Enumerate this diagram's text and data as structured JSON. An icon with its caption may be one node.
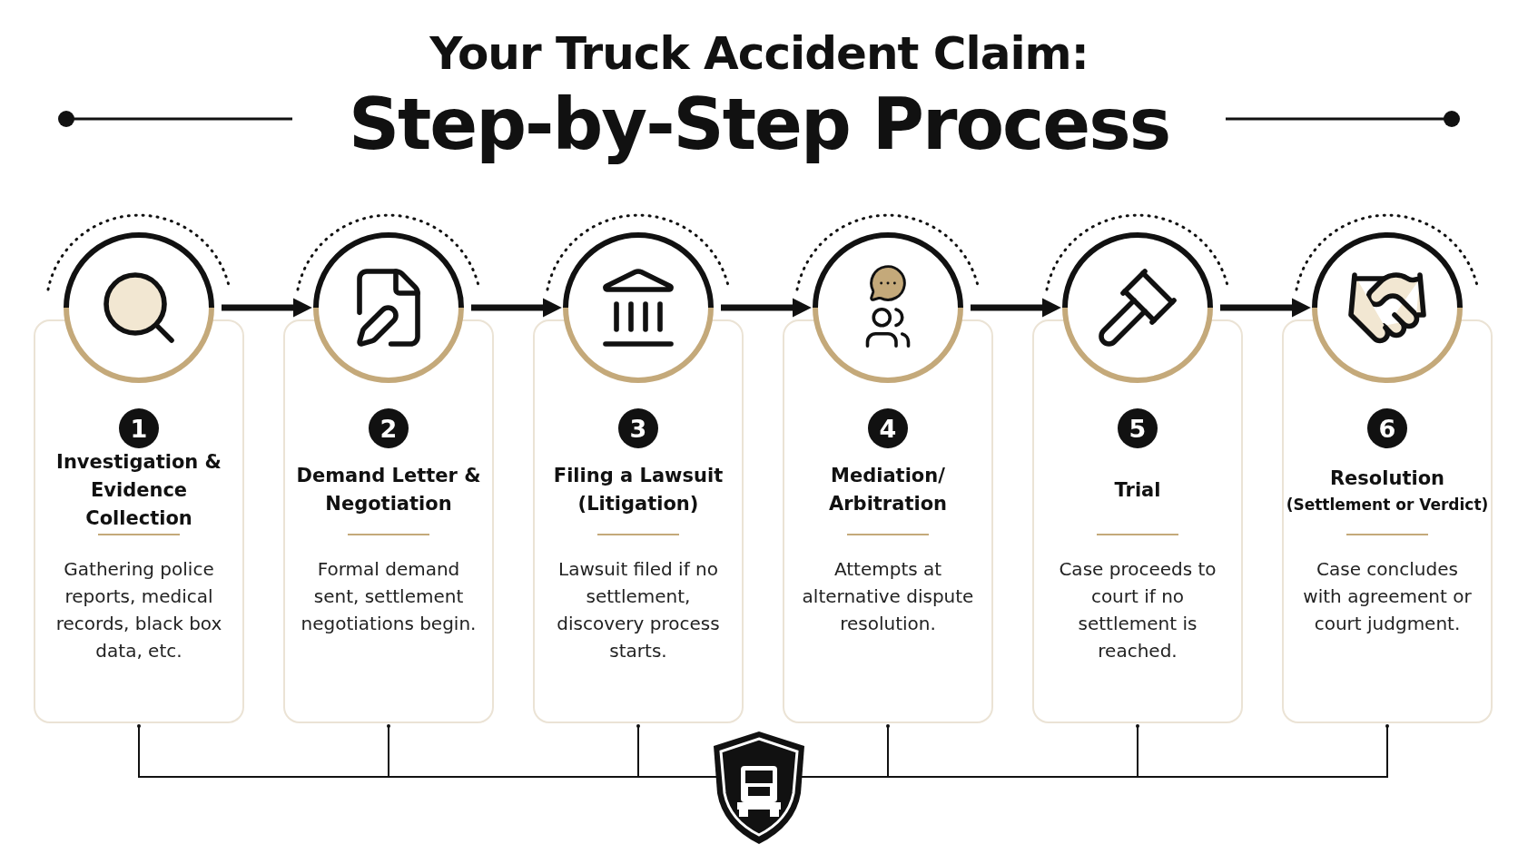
{
  "diagram": {
    "title": "Your Truck Accident Claim:",
    "nodes": [
      {
        "text": [],
        "shape": "circle"
      },
      {
        "text": [
          "1",
          "Investigation & Evidence Collection",
          "Gathering police reports, medical records, black box data, etc."
        ]
      },
      {
        "text": [],
        "shape": "circle"
      },
      {
        "text": [
          "2",
          "Demand Letter & Negotiation",
          "Formal demand sent, settlement negotiations begin."
        ]
      },
      {
        "text": [],
        "shape": "circle"
      },
      {
        "text": [
          "3",
          "Filing a Lawsuit (Litigation)",
          "Lawsuit filed if no settlement, discovery process starts."
        ]
      },
      {
        "text": [],
        "shape": "circle"
      },
      {
        "text": [
          "4",
          "Mediation/ Arbitration",
          "Attempts at alternative dispute resolution."
        ]
      },
      {
        "text": [],
        "shape": "circle"
      },
      {
        "text": [
          "5",
          "Trial",
          "Case proceeds to court if no settlement is reached."
        ]
      },
      {
        "text": [],
        "shape": "circle"
      },
      {
        "text": [
          "6",
          "Resolution",
          "(Settlement or Verdict)",
          "Case concludes with agreement or court judgment."
        ]
      },
      {
        "text": [],
        "shape": "shield"
      }
    ],
    "edges": [
      {
        "from": 0,
        "to": 2,
        "arrow": "to",
        "style": "thick"
      },
      {
        "from": 2,
        "to": 4,
        "arrow": "to",
        "style": "thick"
      },
      {
        "from": 4,
        "to": 6,
        "arrow": "to",
        "style": "thick"
      },
      {
        "from": 6,
        "to": 8,
        "arrow": "to",
        "style": "thick"
      },
      {
        "from": 8,
        "to": 10,
        "arrow": "to",
        "style": "thick"
      },
      {
        "from": 1,
        "to": 12,
        "arrow": "other"
      },
      {
        "from": 3,
        "to": 12,
        "arrow": "other"
      },
      {
        "from": 5,
        "to": 12,
        "arrow": "other"
      },
      {
        "from": 7,
        "to": 12,
        "arrow": "other"
      },
      {
        "from": 9,
        "to": 12,
        "arrow": "other"
      },
      {
        "from": 11,
        "to": 12,
        "arrow": "other"
      }
    ],
    "labels": [
      "Step-by-Step Process"
    ]
  }
}
